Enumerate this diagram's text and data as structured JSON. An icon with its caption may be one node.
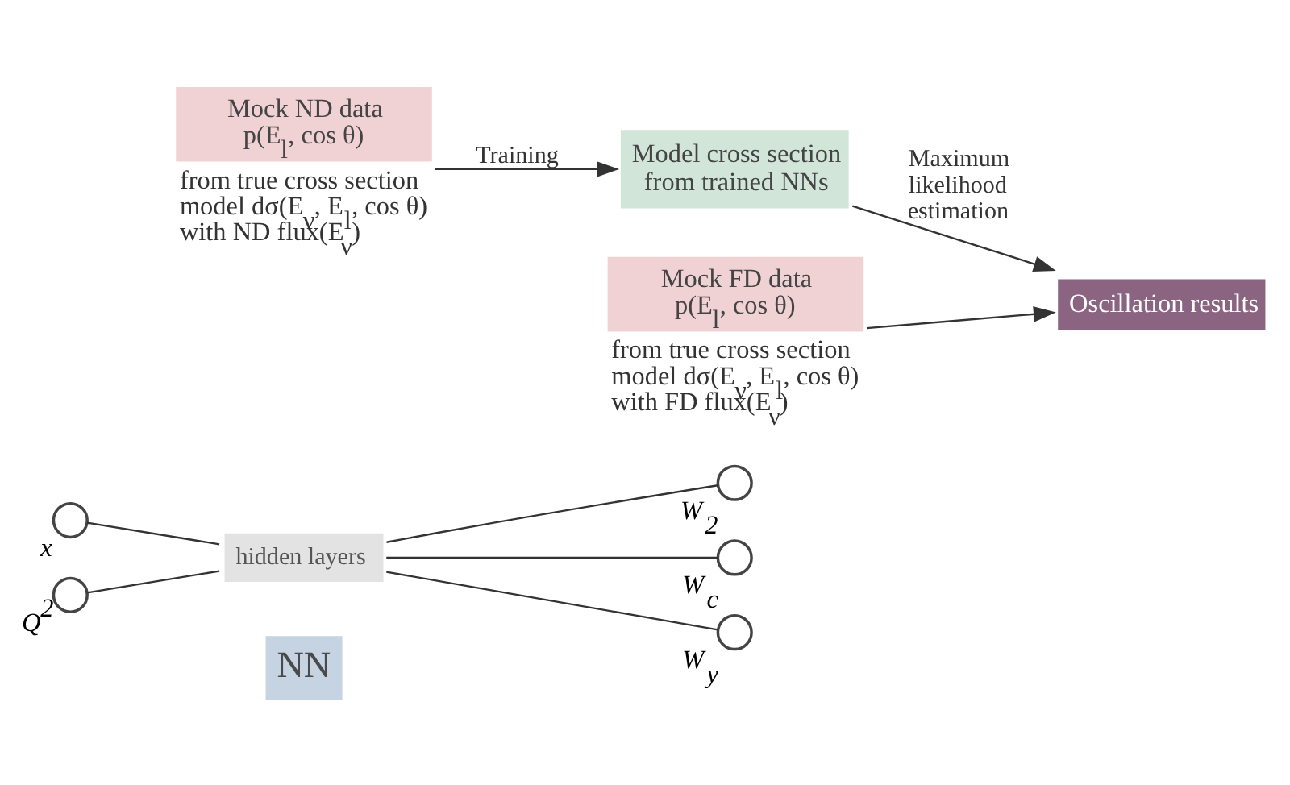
{
  "diagram": {
    "nodes": [
      {
        "text": [
          "NN"
        ]
      },
      {
        "text": [],
        "shape": "circle",
        "beside": [
          "x"
        ]
      },
      {
        "text": [],
        "shape": "circle",
        "beside": [
          "Q$^{2}$"
        ]
      },
      {
        "text": [
          "hidden layers"
        ]
      },
      {
        "text": [],
        "shape": "circle",
        "beside": [
          "W$_{2}$"
        ]
      },
      {
        "text": [],
        "shape": "circle",
        "beside": [
          "W$_{c}$"
        ]
      },
      {
        "text": [],
        "shape": "circle",
        "beside": [
          "W$_{y}$"
        ]
      },
      {
        "text": [
          "Mock ND data",
          "p(E$_{l}$, cos θ)"
        ],
        "beside": [
          "from true cross section model dσ(E$_{ν}$, E$_{l}$, cos θ) with ND flux(E$_{ν}$)"
        ]
      },
      {
        "text": [
          "Model cross section from trained NNs"
        ]
      },
      {
        "text": [
          "Mock FD data",
          "p(E$_{l}$, cos θ)"
        ],
        "beside": [
          "from true cross section model dσ(E$_{ν}$, E$_{l}$, cos θ) with FD flux(E$_{ν}$)"
        ]
      },
      {
        "text": [
          "Oscillation results"
        ]
      }
    ],
    "edges": [
      {
        "from": 1,
        "to": 3,
        "arrow": "none"
      },
      {
        "from": 2,
        "to": 3,
        "arrow": "none"
      },
      {
        "from": 3,
        "to": 4,
        "arrow": "none"
      },
      {
        "from": 3,
        "to": 5,
        "arrow": "none"
      },
      {
        "from": 3,
        "to": 6,
        "arrow": "none"
      },
      {
        "from": 7,
        "to": 8,
        "arrow": "to",
        "label": "Training"
      },
      {
        "from": 8,
        "to": 10,
        "arrow": "to",
        "label": "Maximum likelihood estimation"
      },
      {
        "from": 9,
        "to": 10,
        "arrow": "to"
      }
    ]
  }
}
